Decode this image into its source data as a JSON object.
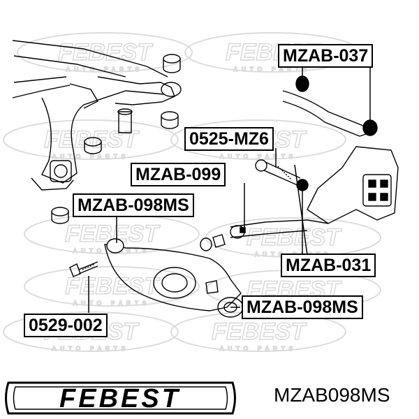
{
  "watermark_text": "FEBEST",
  "watermark_subtext": "AUTO PARTS",
  "callouts": {
    "mzab_037": "MZAB-037",
    "mz6_0525": "0525-MZ6",
    "mzab_099": "MZAB-099",
    "mzab_098ms_top": "MZAB-098MS",
    "mzab_031": "MZAB-031",
    "mzab_098ms_bottom": "MZAB-098MS",
    "bolt_0529_002": "0529-002"
  },
  "logo": {
    "text": "FEBEST"
  },
  "part_number": "MZAB098MS",
  "colors": {
    "ink": "#000000",
    "watermark": "#d9d9d9",
    "background": "#ffffff"
  }
}
